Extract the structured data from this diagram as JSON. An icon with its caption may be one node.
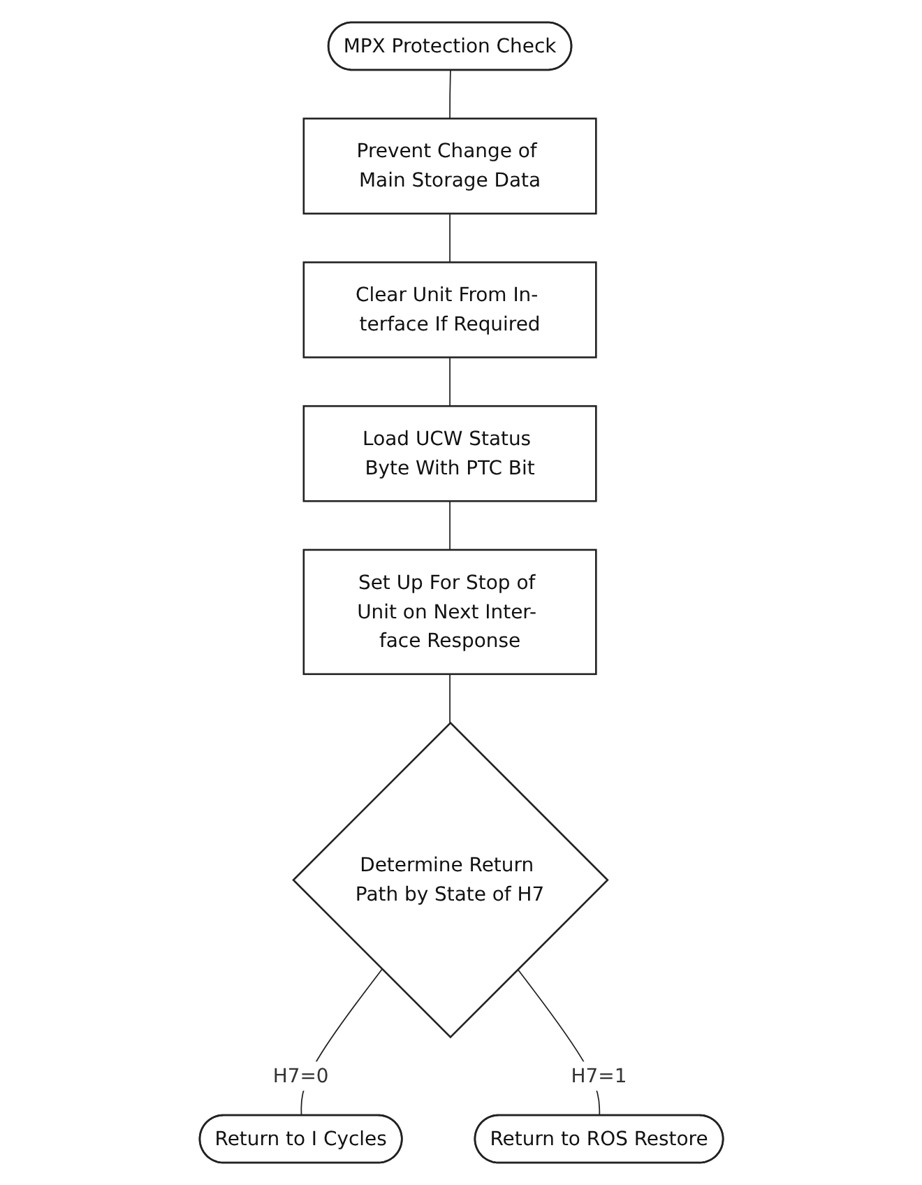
{
  "diagram": {
    "nodes": [
      {
        "text": [
          "MPX Protection Check"
        ]
      },
      {
        "text": [
          "Prevent Change of Main Storage Data"
        ]
      },
      {
        "text": [
          "Clear Unit From In- terface If Required"
        ]
      },
      {
        "text": [
          "Load UCW Status Byte With PTC Bit"
        ]
      },
      {
        "text": [
          "Set Up For Stop of Unit on Next Inter- face Response"
        ]
      },
      {
        "text": [
          "Determine Return Path by State of H7"
        ]
      },
      {
        "text": [
          "Return to I Cycles"
        ]
      },
      {
        "text": [
          "Return to ROS Restore"
        ]
      }
    ],
    "edges": [
      {
        "from": 0,
        "to": 1,
        "arrow": "none"
      },
      {
        "from": 1,
        "to": 2,
        "arrow": "none"
      },
      {
        "from": 2,
        "to": 3,
        "arrow": "none"
      },
      {
        "from": 3,
        "to": 4,
        "arrow": "none"
      },
      {
        "from": 4,
        "to": 5,
        "arrow": "none"
      },
      {
        "from": 5,
        "to": 6,
        "label": "H7=0",
        "arrow": "none"
      },
      {
        "from": 5,
        "to": 7,
        "label": "H7=1",
        "arrow": "none"
      }
    ]
  }
}
